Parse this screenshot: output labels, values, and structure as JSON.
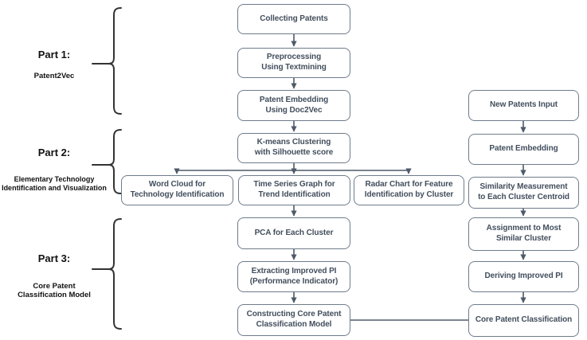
{
  "diagram": {
    "parts": [
      {
        "title": "Part 1:",
        "subtitle": "Patent2Vec"
      },
      {
        "title": "Part 2:",
        "subtitle": "Elementary Technology\nIdentification and Visualization"
      },
      {
        "title": "Part 3:",
        "subtitle": "Core Patent\nClassification Model"
      }
    ],
    "nodes": {
      "collecting_patents": "Collecting Patents",
      "preprocessing": "Preprocessing\nUsing Textmining",
      "patent_embedding_doc2vec": "Patent Embedding\nUsing Doc2Vec",
      "kmeans_clustering": "K-means Clustering\nwith Silhouette score",
      "word_cloud": "Word Cloud for\nTechnology Identification",
      "time_series_graph": "Time Series Graph for\nTrend Identification",
      "radar_chart": "Radar Chart for Feature\nIdentification by Cluster",
      "pca": "PCA for Each Cluster",
      "extracting_improved_pi": "Extracting Improved PI\n(Performance Indicator)",
      "constructing_model": "Constructing Core Patent\nClassification Model",
      "new_patents_input": "New Patents Input",
      "patent_embedding": "Patent Embedding",
      "similarity_measurement": "Similarity Measurement\nto Each Cluster Centroid",
      "assignment": "Assignment to Most\nSimilar Cluster",
      "deriving_improved_pi": "Deriving Improved PI",
      "core_patent_classification": "Core Patent Classification"
    },
    "colors": {
      "box_border": "#6e7c8b",
      "box_text": "#424e5d",
      "arrow": "#4e5a68",
      "brace": "#333333",
      "label_text": "#111111",
      "background": "#ffffff"
    }
  }
}
